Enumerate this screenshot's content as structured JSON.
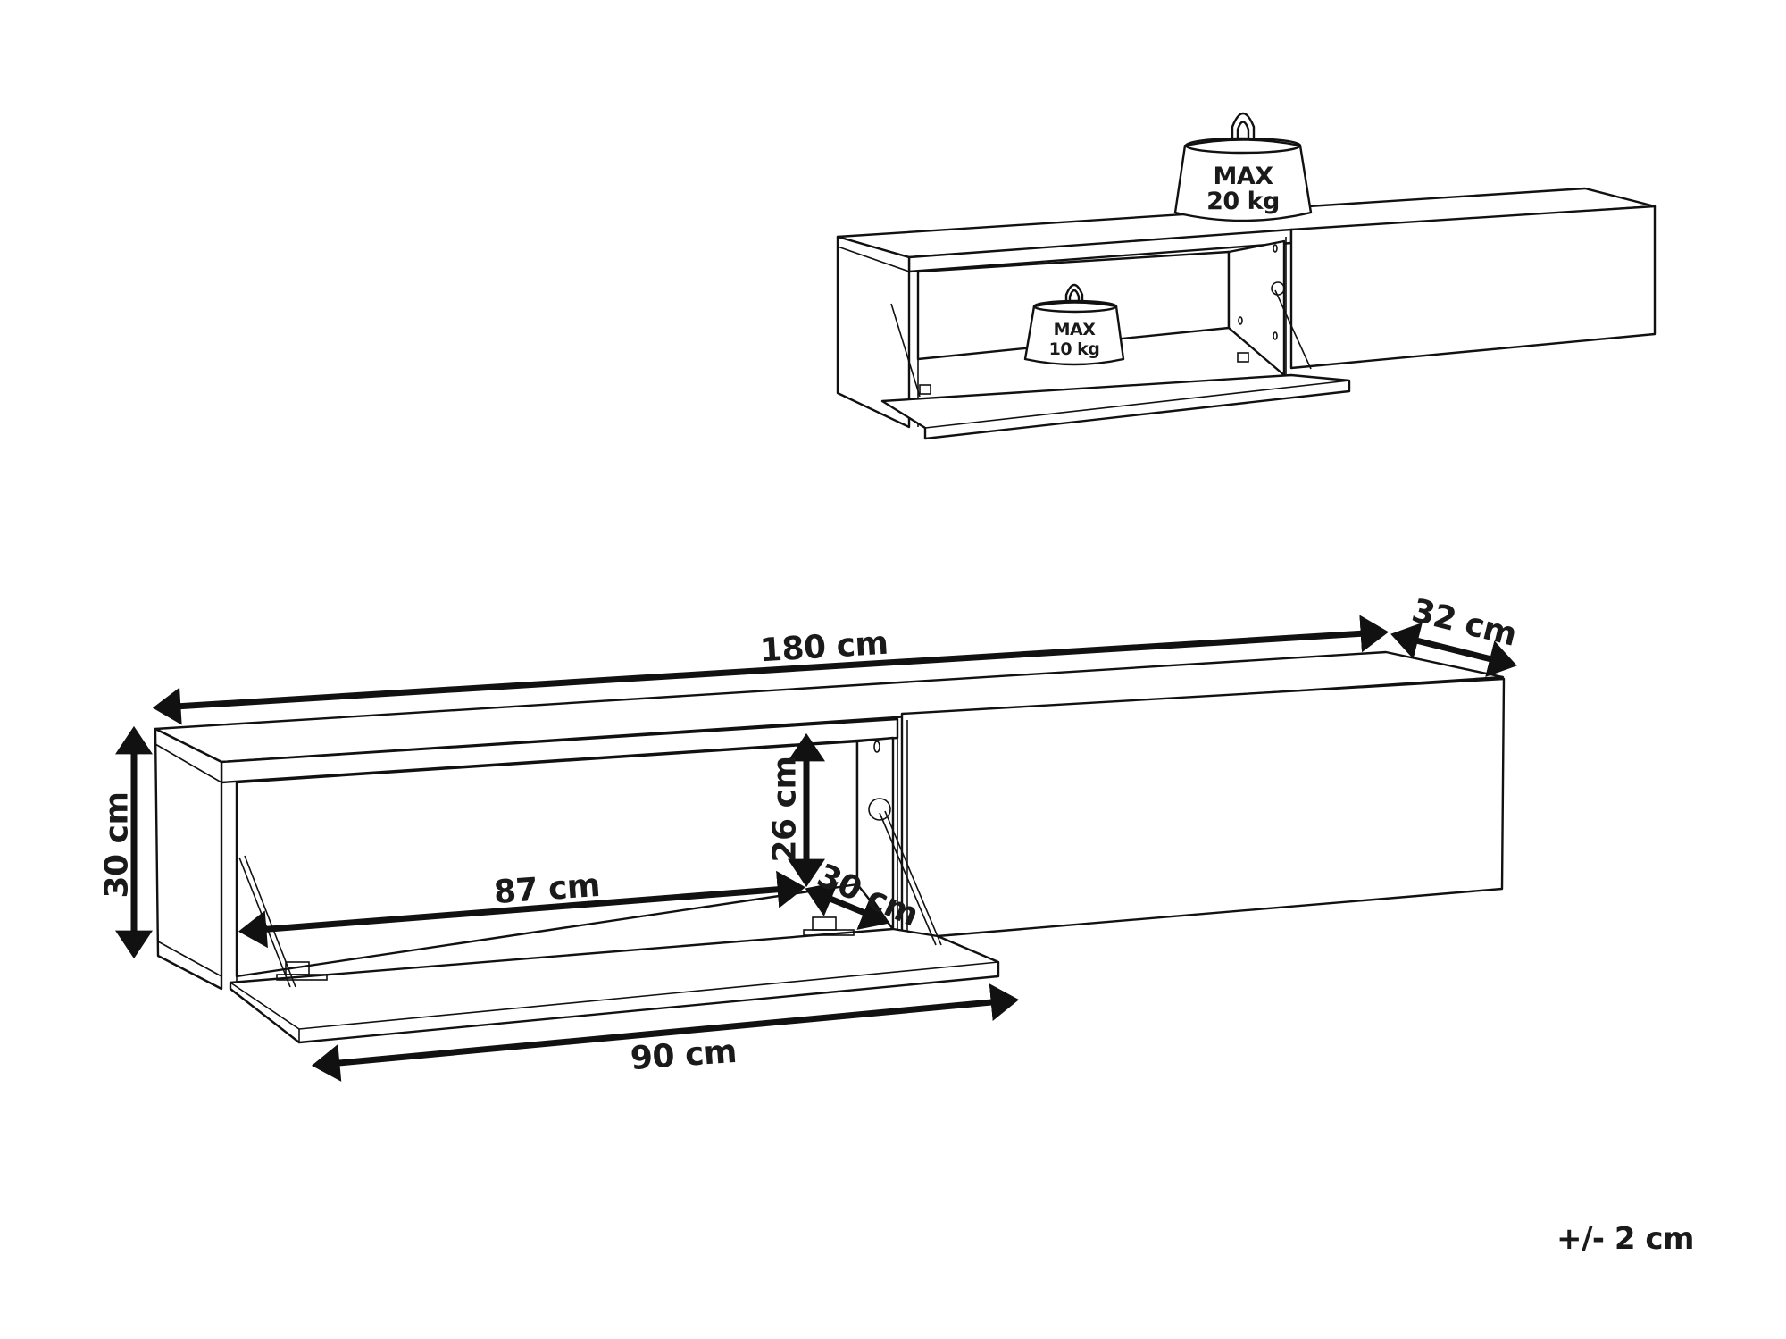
{
  "diagram": {
    "subject": "Wall-mounted TV cabinet with drop-down flap",
    "overview_view": {
      "weights": [
        {
          "label_line1": "MAX",
          "label_line2": "20 kg",
          "placement": "top surface"
        },
        {
          "label_line1": "MAX",
          "label_line2": "10 kg",
          "placement": "open flap / inside"
        }
      ]
    },
    "dimensions": {
      "total_width": "180 cm",
      "depth": "32 cm",
      "height": "30 cm",
      "inner_height": "26 cm",
      "inner_width": "87 cm",
      "inner_depth": "30 cm",
      "flap_width": "90 cm"
    },
    "tolerance": "+/- 2 cm",
    "colors": {
      "line": "#111111",
      "background": "#ffffff",
      "text": "#1a1a1a"
    }
  }
}
